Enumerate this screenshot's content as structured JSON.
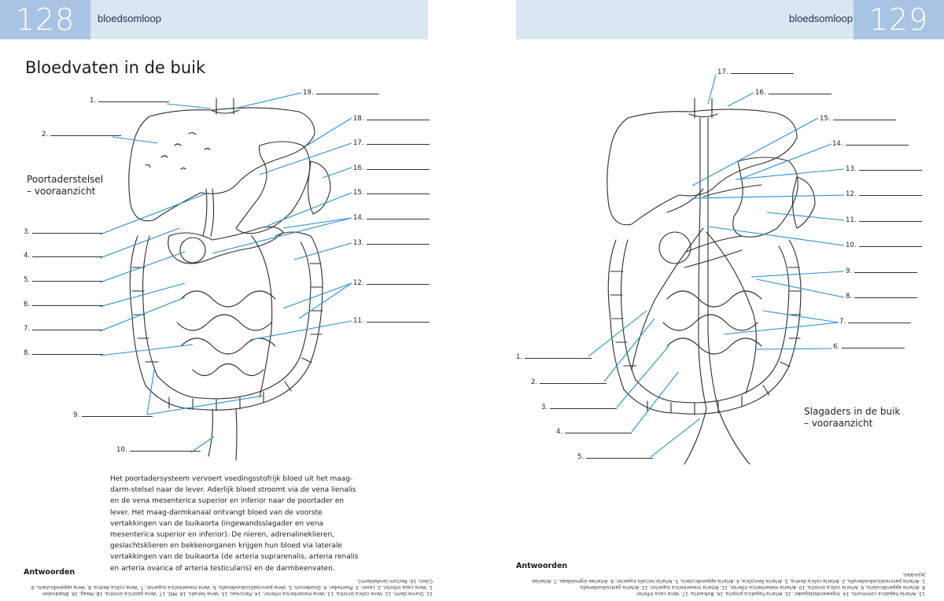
{
  "left": {
    "page_number": "128",
    "section": "bloedsomloop",
    "title": "Bloedvaten in de buik",
    "caption_line1": "Poortaderstelsel",
    "caption_line2": "– vooraanzicht",
    "labels": [
      "1.",
      "2.",
      "3.",
      "4.",
      "5.",
      "6.",
      "7.",
      "8.",
      "9.",
      "10.",
      "11.",
      "12.",
      "13.",
      "14.",
      "15.",
      "16.",
      "17.",
      "18.",
      "19."
    ],
    "body_text": "Het poortadersysteem vervoert voedingsstofrijk bloed uit het maag-darm-stelsel naar de lever. Aderlijk bloed stroomt via de vena lienalis en de vena mesenterica superior en inferior naar de poortader en lever. Het maag-darmkanaal ontvangt bloed van de voorste vertakkingen van de buikaorta (ingewandsslagader en vena mesenterica superior en inferior). De nieren, adrenalineklieren, geslachtsklieren en bekkenorganen krijgen hun bloed via laterale vertakkingen van de buikaorta (de arteria suprarenalis, arteria renalis en arteria ovarica of arteria testicularis) en de darmbeenvaten.",
    "answers_title": "Antwoorden",
    "answers_line1": "1. Vena cava inferior, 2. Lever, 3. Poortader, 4. Duodenum, 5. Vena pancreaticoduodenalis, 6. Vena mesenterica superior, 7. Vena colica dextra, 8. Vena appendicularis, 9. Colon, 10. Rectum (endeldarm),",
    "answers_line2": "11. Dunne darm, 12. Vena colica sinistra, 13. Vena mesenterica inferior, 14. Pancreas, 15. Vena lienalis, 16. Milt, 17. Vena gastrica sinistra, 18. Maag, 19. Bloedvaten"
  },
  "right": {
    "page_number": "129",
    "section": "bloedsomloop",
    "caption_line1": "Slagaders in de buik",
    "caption_line2": "– vooraanzicht",
    "labels": [
      "1.",
      "2.",
      "3.",
      "4.",
      "5.",
      "6.",
      "7.",
      "8.",
      "9.",
      "10.",
      "11.",
      "12.",
      "13.",
      "14.",
      "15.",
      "16.",
      "17."
    ],
    "answers_title": "Antwoorden",
    "answers_line1": "1. Arteria pancreaticoduodenalis, 2. Arteria colica dextra, 3. Arteria ileocolica, 4. Arteria appendicularis, 5. Arteria rectalis superior, 6. Arteriae sigmoideae, 7. Arteriae jejunales,",
    "answers_line2": "8. Arteria appendicularis, 9. Arteria colica sinistra, 10. Arteria mesenterica inferior, 11. Arteria mesenterica superior, 12. Arteria gastroduodenalis,",
    "answers_line3": "13. Arteria hepatica communis, 14. Ingewandsslagader, 15. Arteria hepatica propria, 16. Buikaorta, 17. Vena cava inferior"
  },
  "colors": {
    "header_light": "#dbe6f3",
    "header_dark": "#a9c4e3",
    "leader_line": "#2a8fd0"
  }
}
